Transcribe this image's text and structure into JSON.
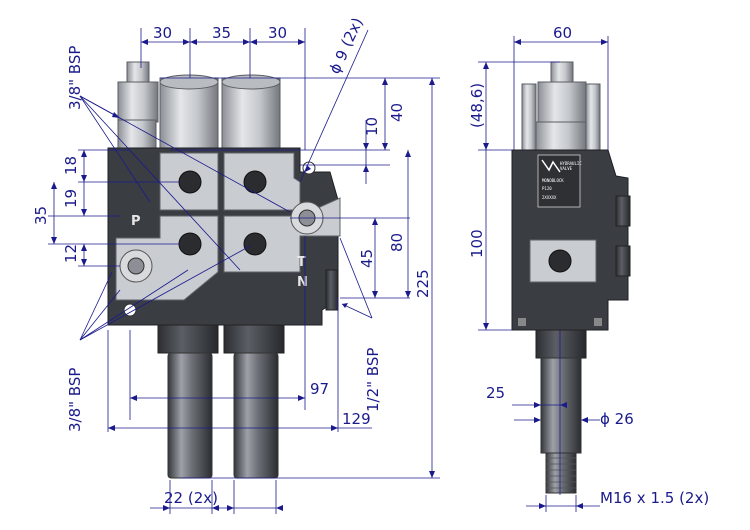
{
  "dimensions_front": {
    "top_30_left": "30",
    "top_35": "35",
    "top_30_right": "30",
    "hole_dia": "ϕ 9",
    "hole_qty": "(2x)",
    "v_40": "40",
    "v_10": "10",
    "v_80": "80",
    "v_45": "45",
    "v_225": "225",
    "h_97": "97",
    "h_129": "129",
    "bottom_22": "22  (2x)",
    "left_18": "18",
    "left_19": "19",
    "left_35": "35",
    "left_12": "12"
  },
  "thread_labels": {
    "top_left": "3/8\" BSP",
    "bottom_left": "3/8\" BSP",
    "right": "1/2\" BSP"
  },
  "port_labels": {
    "p": "P",
    "t": "T",
    "n": "N"
  },
  "dimensions_side": {
    "top_60": "60",
    "v_48_6": "(48,6)",
    "v_100": "100",
    "h_25": "25",
    "dia_26": "ϕ  26",
    "thread": "M16 x 1.5  (2x)"
  },
  "nameplate": {
    "lines": [
      "HYDRAULIC",
      "VALVE",
      "MONOBLOCK",
      "P120",
      "2XXXXX"
    ]
  }
}
